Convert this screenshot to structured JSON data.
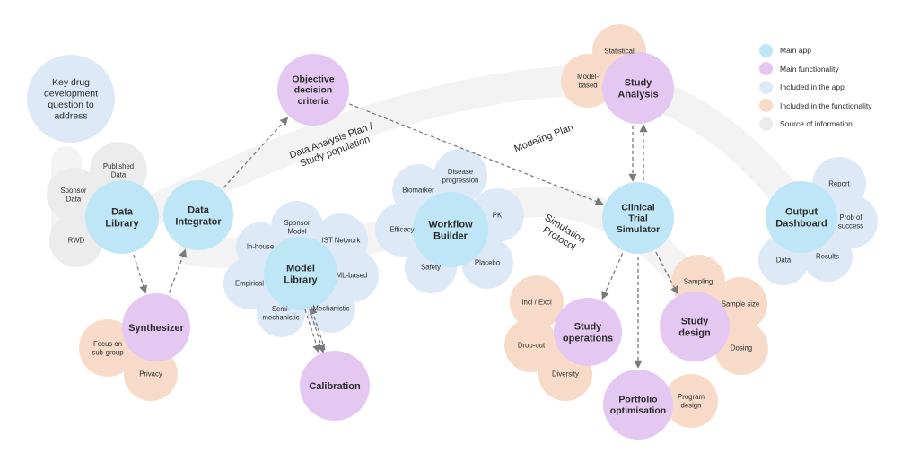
{
  "legend": [
    {
      "label": "Main app",
      "color": "#bfe6f6"
    },
    {
      "label": "Main functionality",
      "color": "#e4c8f2"
    },
    {
      "label": "Included in the app",
      "color": "#dde9f6"
    },
    {
      "label": "Included in the functionality",
      "color": "#f7dbc8"
    },
    {
      "label": "Source of information",
      "color": "#ececec"
    }
  ],
  "colors": {
    "main_app": "#bfe6f6",
    "main_functionality": "#e4c8f2",
    "included_app": "#dde9f6",
    "included_functionality": "#f7dbc8",
    "source": "#ececec",
    "band": "#f3f3f3",
    "arrow": "#7a7a7a"
  },
  "nodes": {
    "key_question": [
      "Key drug",
      "development",
      "question to",
      "address"
    ],
    "data_library": [
      "Data",
      "Library"
    ],
    "data_integrator": [
      "Data",
      "Integrator"
    ],
    "synthesizer": [
      "Synthesizer"
    ],
    "objective_criteria": [
      "Objective",
      "decision",
      "criteria"
    ],
    "model_library": [
      "Model",
      "Library"
    ],
    "calibration": [
      "Calibration"
    ],
    "workflow_builder": [
      "Workflow",
      "Builder"
    ],
    "study_analysis": [
      "Study",
      "Analysis"
    ],
    "clinical_trial_simulator": [
      "Clinical",
      "Trial",
      "Simulator"
    ],
    "output_dashboard": [
      "Output",
      "Dashboard"
    ],
    "study_operations": [
      "Study",
      "operations"
    ],
    "study_design": [
      "Study",
      "design"
    ],
    "portfolio_optimisation": [
      "Portfolio",
      "optimisation"
    ]
  },
  "satellites": {
    "published_data": [
      "Published",
      "Data"
    ],
    "sponsor_data": [
      "Sponsor",
      "Data"
    ],
    "rwd": [
      "RWD"
    ],
    "focus_subgroup": [
      "Focus on",
      "sub-group"
    ],
    "privacy": [
      "Privacy"
    ],
    "sponsor_model": [
      "Sponsor",
      "Model"
    ],
    "in_house": [
      "In-house"
    ],
    "ist_network": [
      "IST Network"
    ],
    "empirical": [
      "Empirical"
    ],
    "ml_based": [
      "ML-based"
    ],
    "semi_mechanistic": [
      "Semi-",
      "mechanistic"
    ],
    "mechanistic": [
      "Mechanistic"
    ],
    "biomarker": [
      "Biomarker"
    ],
    "disease_progression": [
      "Disease",
      "progression"
    ],
    "efficacy": [
      "Efficacy"
    ],
    "pk": [
      "PK"
    ],
    "safety": [
      "Safety"
    ],
    "placebo": [
      "Placebo"
    ],
    "statistical": [
      "Statistical"
    ],
    "model_based": [
      "Model-",
      "based"
    ],
    "incl_excl": [
      "Incl / Excl"
    ],
    "drop_out": [
      "Drop-out"
    ],
    "diversity": [
      "Diversity"
    ],
    "sampling": [
      "Sampling"
    ],
    "sample_size": [
      "Sample size"
    ],
    "dosing": [
      "Dosing"
    ],
    "program_design": [
      "Program",
      "design"
    ],
    "report": [
      "Report"
    ],
    "prob_success": [
      "Prob of",
      "success"
    ],
    "data": [
      "Data"
    ],
    "results": [
      "Results"
    ]
  },
  "flow_labels": {
    "data_analysis_plan": [
      "Data Analysis Plan /",
      "Study population"
    ],
    "modeling_plan": [
      "Modeling Plan"
    ],
    "simulation_protocol": [
      "Simulation",
      "Protocol"
    ]
  }
}
